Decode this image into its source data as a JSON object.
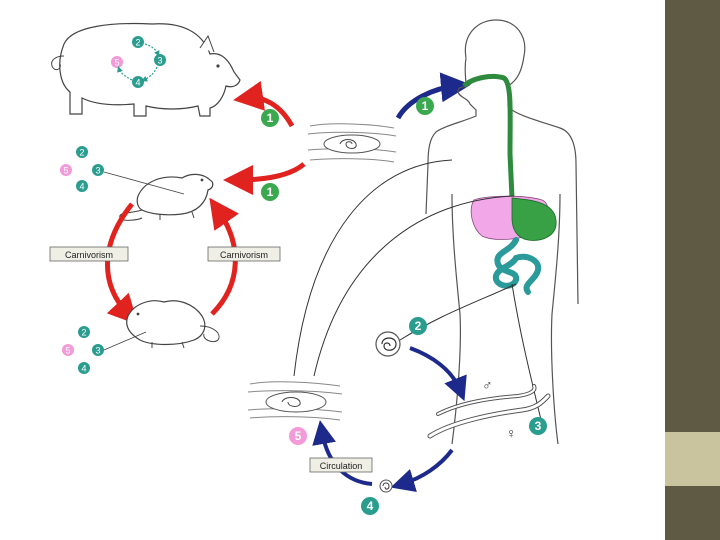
{
  "slide": {
    "colors": {
      "sidebar": "#5f5a43",
      "sidebar_accent": "#c9c49d",
      "background": "#ffffff"
    }
  },
  "diagram": {
    "labels": {
      "carnivorism_left": "Carnivorism",
      "carnivorism_right": "Carnivorism",
      "circulation": "Circulation",
      "male_symbol": "♂",
      "female_symbol": "♀"
    },
    "stage_numbers": {
      "pig_to_human": "1",
      "pig_arrow": "1",
      "rat_arrow": "1",
      "larva_stage": "2",
      "adult_worms": "3",
      "newborn_larva": "4",
      "muscle_cyst": "5",
      "pig_stage_2": "2",
      "pig_stage_3": "3",
      "pig_stage_4": "4",
      "pig_stage_5": "5",
      "rat_top_2": "2",
      "rat_top_3": "3",
      "rat_top_4": "4",
      "rat_top_5": "5",
      "rat_bottom_2": "2",
      "rat_bottom_3": "3",
      "rat_bottom_4": "4",
      "rat_bottom_5": "5"
    },
    "colors": {
      "teal_badge": "#2a9d8f",
      "green_badge": "#3aa84f",
      "pink_badge": "#f39ad8",
      "red_arrow": "#e0231f",
      "blue_arrow": "#1d2a8c",
      "esophagus": "#2e8b3e",
      "liver": "#f2a7e8",
      "stomach": "#38a045",
      "intestine": "#2b9a9a"
    },
    "icons": [
      "pig",
      "rat",
      "human-body",
      "muscle-cyst",
      "larva-coil",
      "adult-worm",
      "newborn-larva"
    ]
  }
}
